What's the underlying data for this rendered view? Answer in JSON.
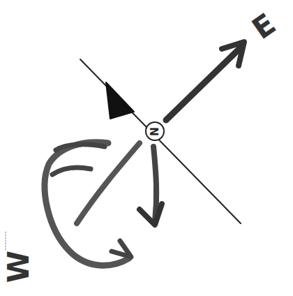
{
  "diagram": {
    "nodes": [
      {
        "text": [
          "N"
        ]
      }
    ],
    "labels": [
      "E",
      "W"
    ]
  }
}
